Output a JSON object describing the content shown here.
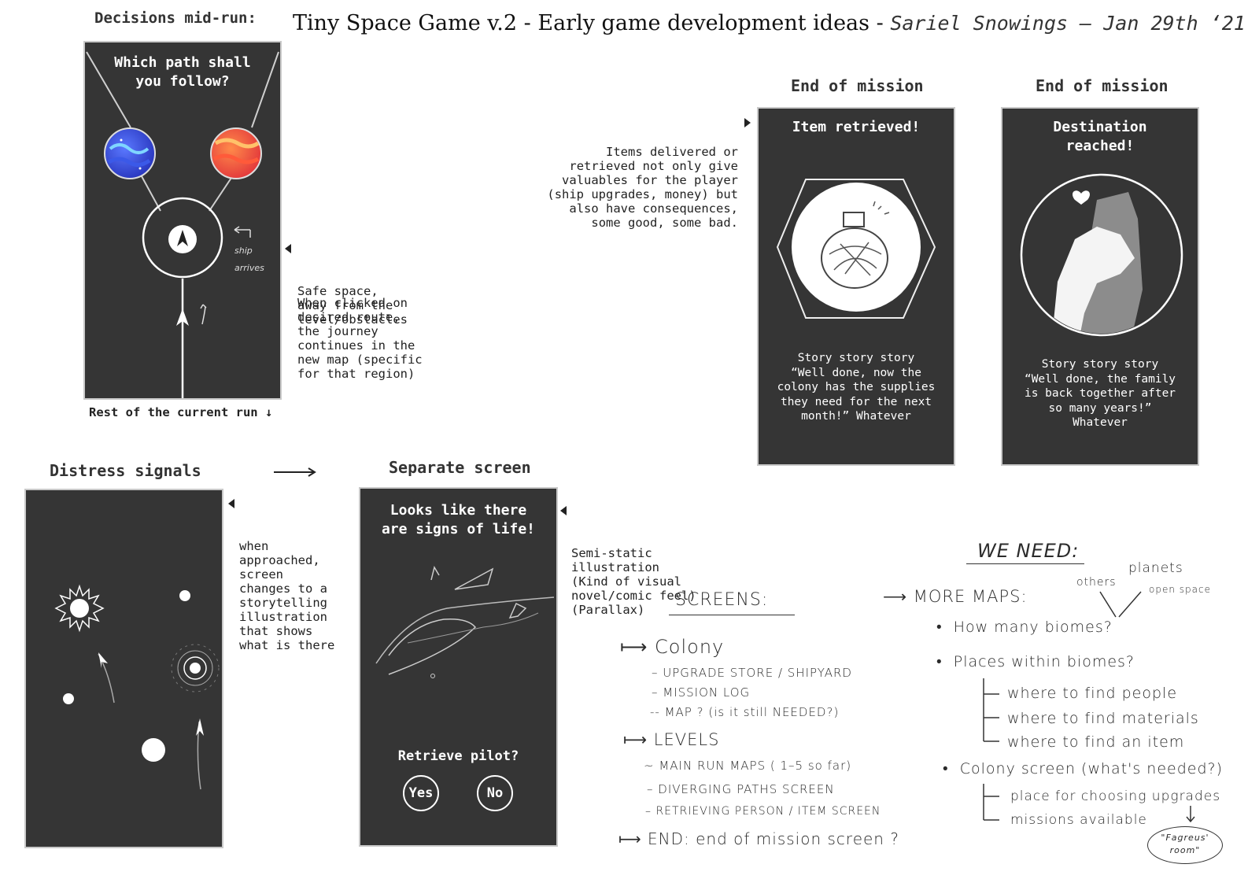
{
  "header": {
    "title": "Tiny Space Game v.2 - Early game development ideas -",
    "author_date": "Sariel Snowings – Jan 29th ‘21"
  },
  "decisions": {
    "heading": "Decisions mid-run:",
    "panel_title": "Which path shall\nyou follow?",
    "ship_arrives": "ship\narrives",
    "footer": "Rest of the current run ↓",
    "note_safe": "Safe space,\naway from the\nlevel/obstacles",
    "note_click": "When clicked on\ndesired route,\nthe journey\ncontinues in the\nnew map (specific\nfor that region)"
  },
  "items_note": "Items delivered or\nretrieved not only give\nvaluables for the player\n(ship upgrades, money) but\nalso have consequences,\nsome good, some bad.",
  "end_item": {
    "heading": "End of mission",
    "panel_title": "Item retrieved!",
    "story": "Story story story\n“Well done, now the\ncolony has the supplies\nthey need for the next\nmonth!” Whatever"
  },
  "end_dest": {
    "heading": "End of mission",
    "panel_title": "Destination\nreached!",
    "story": "Story story story\n“Well done, the family\nis back together after\nso many years!”\nWhatever"
  },
  "distress": {
    "heading": "Distress signals",
    "note": "when\napproached,\nscreen\nchanges to a\nstorytelling\nillustration\nthat shows\nwhat is there"
  },
  "separate": {
    "heading": "Separate screen",
    "panel_title": "Looks like there\nare signs of life!",
    "question": "Retrieve pilot?",
    "yes": "Yes",
    "no": "No",
    "note": "Semi-static\nillustration\n(Kind of visual\nnovel/comic feel)\n(Parallax)"
  },
  "screens": {
    "heading": "SCREENS:",
    "colony": "Colony",
    "colony_items": [
      "– UPGRADE  STORE / SHIPYARD",
      "– MISSION  LOG",
      "-- MAP ? (is it still NEEDED?)"
    ],
    "levels": "LEVELS",
    "levels_items": [
      "~ MAIN  RUN  MAPS  ( 1–5 so far)",
      "– DIVERGING  PATHS  SCREEN",
      "– RETRIEVING  PERSON / ITEM  SCREEN"
    ],
    "end": "END:  end of  mission screen ?"
  },
  "we_need": {
    "heading": "WE NEED:",
    "more_maps": "MORE  MAPS:",
    "others": "others",
    "planets": "planets",
    "open_space": "open space",
    "bullets": [
      "How  many  biomes?",
      "Places  within  biomes?",
      "Colony  screen  (what's needed?)"
    ],
    "places_items": [
      "where  to  find  people",
      "where  to  find  materials",
      "where  to  find  an item"
    ],
    "colony_items": [
      "place  for  choosing  upgrades",
      "missions  available"
    ],
    "fagreus": "\"Fagreus'\nroom\""
  }
}
